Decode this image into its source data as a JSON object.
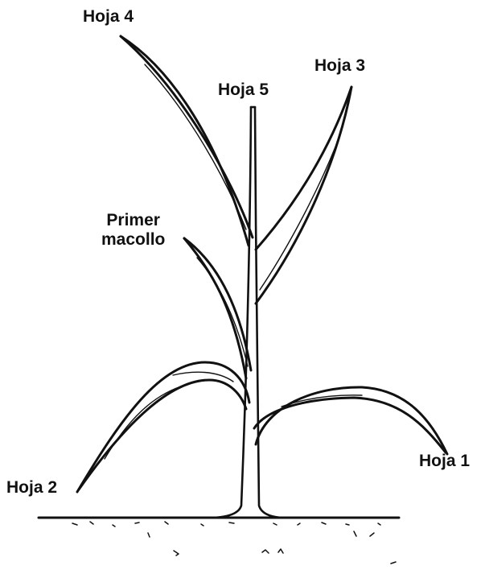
{
  "labels": {
    "hoja4": "Hoja 4",
    "hoja5": "Hoja 5",
    "hoja3": "Hoja 3",
    "primer_line1": "Primer",
    "primer_line2": "macollo",
    "hoja1": "Hoja 1",
    "hoja2": "Hoja 2"
  },
  "colors": {
    "ink": "#111111",
    "background": "#ffffff"
  }
}
